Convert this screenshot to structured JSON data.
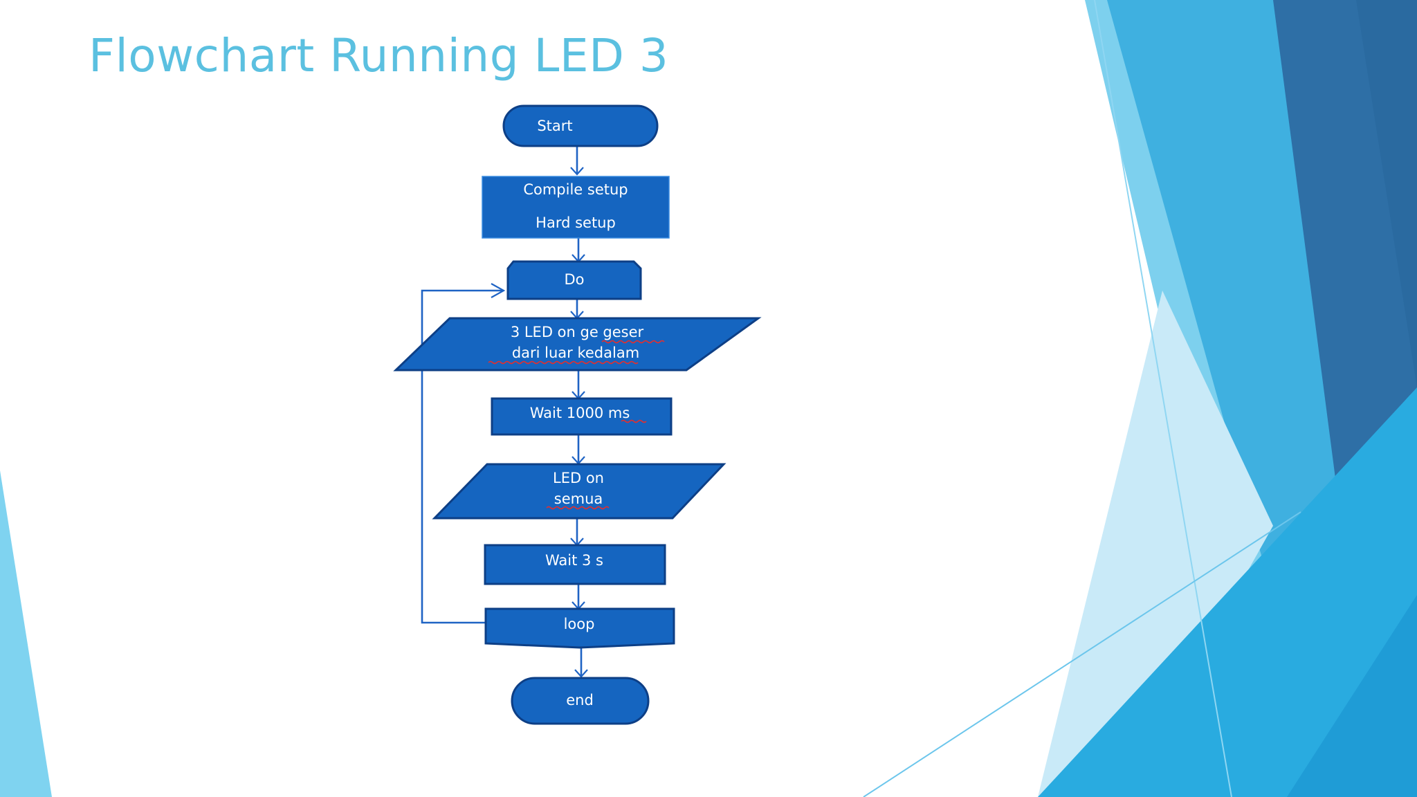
{
  "slide": {
    "title": "Flowchart Running LED 3"
  },
  "flowchart": {
    "start": {
      "label": "Start"
    },
    "setup": {
      "line1": "Compile setup",
      "line2": "Hard setup"
    },
    "do": {
      "label": "Do"
    },
    "led_shift": {
      "line1": "3 LED on ge geser",
      "line2": "dari luar kedalam"
    },
    "wait_1000": {
      "label": "Wait 1000 ms"
    },
    "led_all": {
      "line1": "LED on",
      "line2": "semua"
    },
    "wait_3": {
      "label": "Wait 3 s"
    },
    "loop": {
      "label": "loop"
    },
    "end": {
      "label": "end"
    }
  },
  "theme": {
    "title_color": "#5bc0e0",
    "shape_fill": "#1565c0",
    "connector_color": "#1e63c4"
  }
}
